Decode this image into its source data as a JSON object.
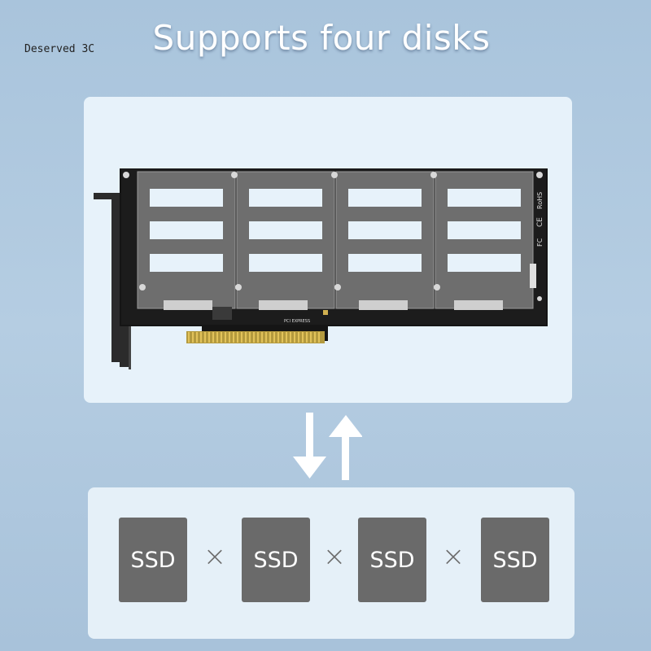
{
  "watermark": "Deserved 3C",
  "title": "Supports four disks",
  "board": {
    "markings": [
      "RoHS",
      "CE",
      "FC"
    ],
    "pcie_logo": "PCI EXPRESS"
  },
  "arrows": {
    "down_icon": "arrow-down-icon",
    "up_icon": "arrow-up-icon",
    "color": "#ffffff"
  },
  "disks": {
    "items": [
      {
        "label": "SSD"
      },
      {
        "label": "SSD"
      },
      {
        "label": "SSD"
      },
      {
        "label": "SSD"
      }
    ],
    "separator": "×",
    "tile_color": "#6a6a6a"
  }
}
